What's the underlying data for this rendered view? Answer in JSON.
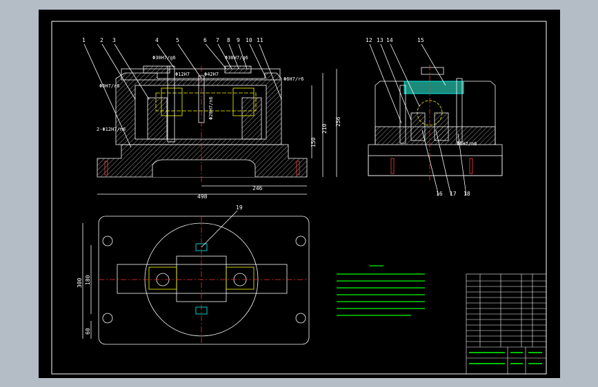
{
  "colors": {
    "background": "#b4bcc6",
    "sheet": "#000000",
    "line": "#ffffff",
    "part": "#ffffff",
    "hatch": "#c8c8c8",
    "center_line": "#ff3030",
    "workpiece": "#ffff00",
    "accent": "#00ffff",
    "note": "#00ff00",
    "dim": "#ffffff",
    "pin": "#ff4040"
  },
  "front_view": {
    "part_numbers": [
      "1",
      "2",
      "3",
      "4",
      "5",
      "6",
      "7",
      "8",
      "9",
      "10",
      "11"
    ],
    "fits": {
      "f1": "Φ30H7/g6",
      "f2": "Φ12H7",
      "f3": "Φ42H7",
      "f4": "Φ30H7/g6",
      "f5": "Φ6H7/r6",
      "f6": "Φ6H7/r6",
      "f7": "2-Φ12H7/n6",
      "f8": "Φ20H7/n6"
    },
    "dims": {
      "width": "498",
      "half": "246",
      "h1": "150",
      "h2": "210",
      "h3": "256"
    }
  },
  "side_view": {
    "part_numbers": [
      "12",
      "13",
      "14",
      "15",
      "16",
      "17",
      "18"
    ],
    "fit": "Φ6H7/n6"
  },
  "top_view": {
    "part_number": "19",
    "dims": {
      "d1": "300",
      "d2": "180",
      "d3": "60"
    }
  }
}
